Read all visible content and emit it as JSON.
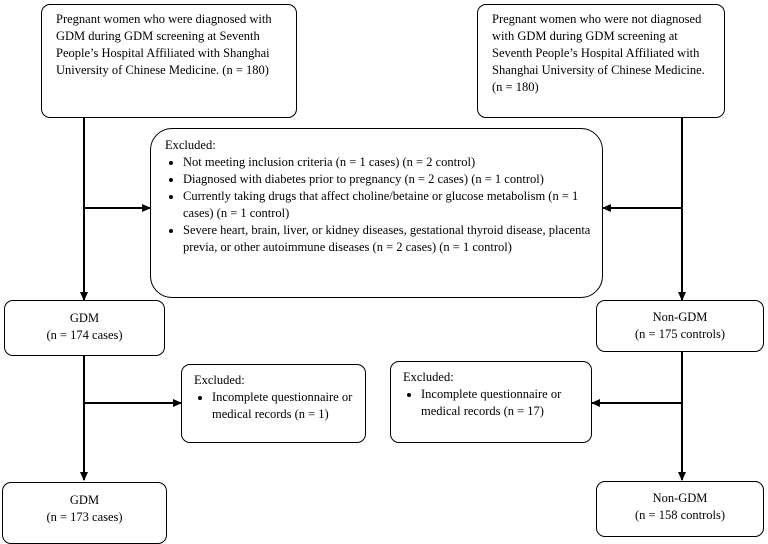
{
  "boxes": {
    "gdm_screen": "Pregnant women who were diagnosed with GDM during GDM screening at Seventh People’s Hospital Affiliated with Shanghai University of Chinese Medicine. (n = 180)",
    "nongdm_screen": "Pregnant women who were not diagnosed with GDM during GDM screening at Seventh People’s Hospital Affiliated with Shanghai University of Chinese Medicine. (n = 180)",
    "excluded_main": {
      "title": "Excluded:",
      "items": [
        "Not meeting inclusion criteria (n = 1 cases) (n = 2 control)",
        "Diagnosed with diabetes prior to pregnancy (n = 2 cases) (n = 1 control)",
        "Currently taking drugs that affect choline/betaine or glucose metabolism (n = 1 cases) (n = 1 control)",
        "Severe heart, brain, liver, or kidney diseases, gestational thyroid disease, placenta previa, or other autoimmune diseases (n = 2 cases) (n = 1 control)"
      ]
    },
    "gdm_174": {
      "title": "GDM",
      "count": "(n = 174 cases)"
    },
    "nongdm_175": {
      "title": "Non-GDM",
      "count": "(n = 175 controls)"
    },
    "excluded_gdm": {
      "title": "Excluded:",
      "items": [
        "Incomplete questionnaire or medical records (n = 1)"
      ]
    },
    "excluded_nongdm": {
      "title": "Excluded:",
      "items": [
        "Incomplete questionnaire or medical records (n = 17)"
      ]
    },
    "gdm_173": {
      "title": "GDM",
      "count": "(n = 173 cases)"
    },
    "nongdm_158": {
      "title": "Non-GDM",
      "count": "(n = 158 controls)"
    }
  }
}
